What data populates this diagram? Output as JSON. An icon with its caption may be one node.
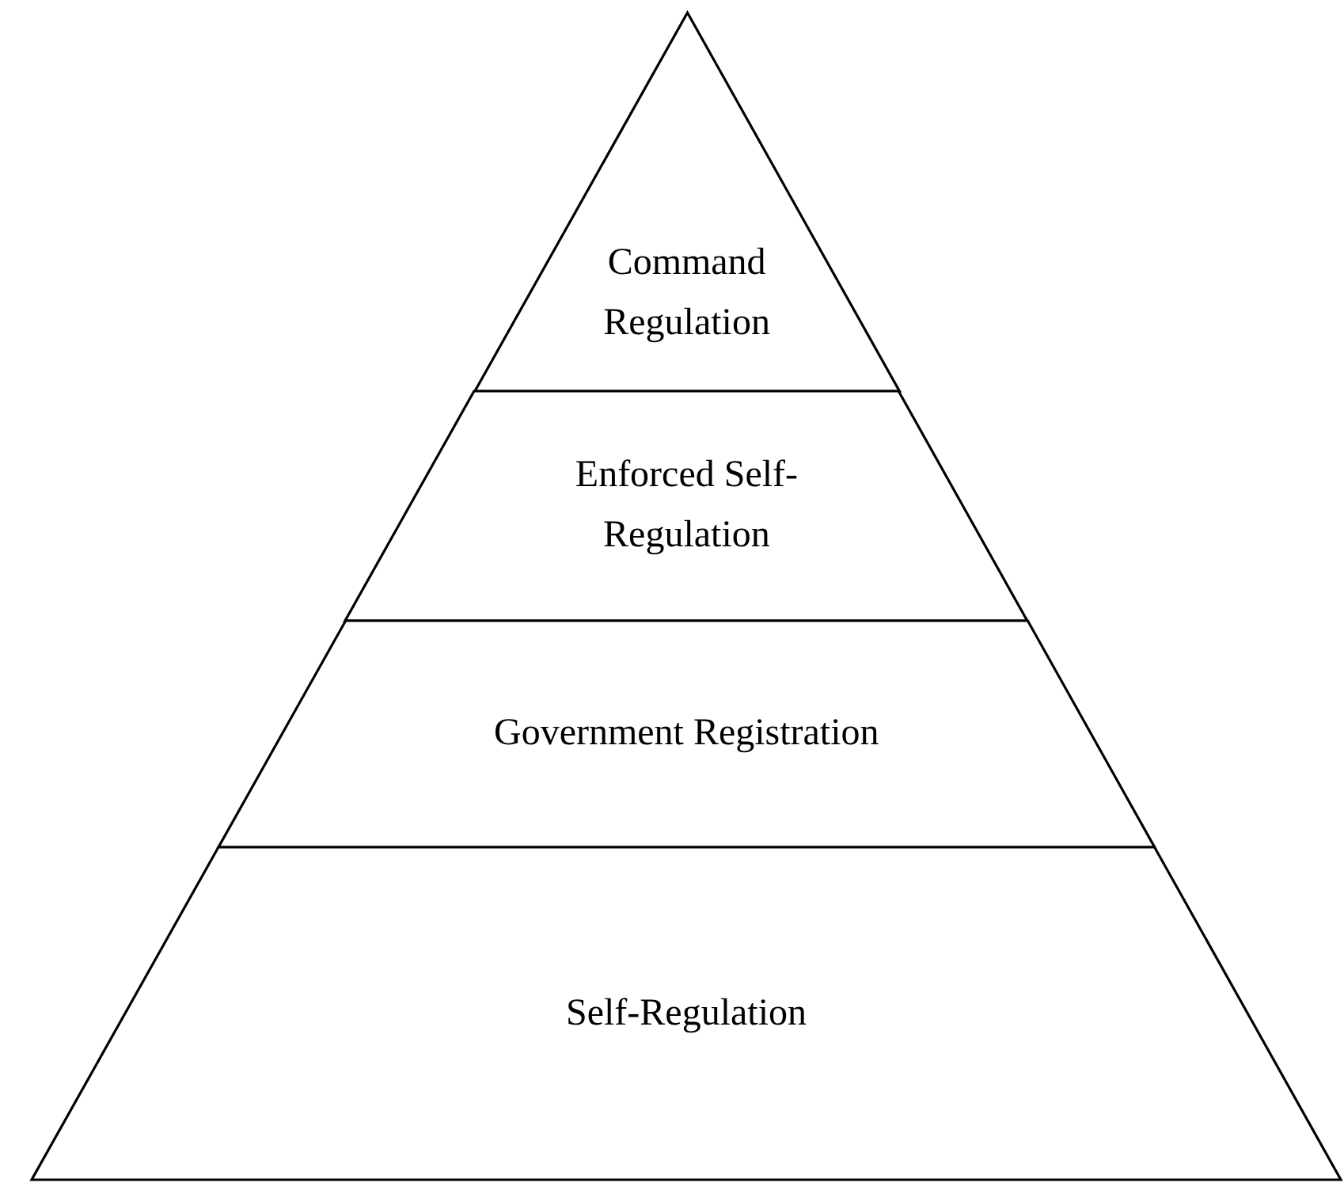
{
  "diagram": {
    "nodes": [
      {
        "text": [
          "Command Regulation"
        ]
      },
      {
        "text": [
          "Enforced Self-Regulation"
        ]
      },
      {
        "text": [
          "Government Registration"
        ]
      },
      {
        "text": [
          "Self-Regulation"
        ]
      }
    ]
  }
}
